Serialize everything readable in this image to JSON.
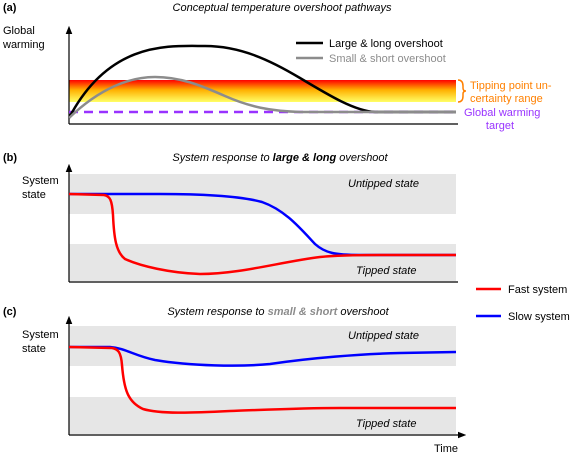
{
  "panel_a": {
    "label": "(a)",
    "title": "Conceptual temperature overshoot pathways",
    "y_axis_label_line1": "Global",
    "y_axis_label_line2": "warming",
    "legend": [
      {
        "label": "Large & long overshoot",
        "color": "#000000"
      },
      {
        "label": "Small & short overshoot",
        "color": "#8c8c8c"
      }
    ],
    "tipping_label_line1": "Tipping point un-",
    "tipping_label_line2": "certainty range",
    "tipping_label_color": "#ff8000",
    "target_label_line1": "Global warming",
    "target_label_line2": "target",
    "target_color": "#9933ff"
  },
  "panel_b": {
    "label": "(b)",
    "title_prefix": "System response to ",
    "title_emphasis": "large & long",
    "title_suffix": " overshoot",
    "emphasis_color": "#000000",
    "y_axis_label_line1": "System",
    "y_axis_label_line2": "state",
    "upper_state": "Untipped state",
    "lower_state": "Tipped state"
  },
  "panel_c": {
    "label": "(c)",
    "title_prefix": "System response to ",
    "title_emphasis": "small & short",
    "title_suffix": " overshoot",
    "emphasis_color": "#8c8c8c",
    "y_axis_label_line1": "System",
    "y_axis_label_line2": "state",
    "upper_state": "Untipped state",
    "lower_state": "Tipped state",
    "x_axis_label": "Time"
  },
  "legend_systems": [
    {
      "label": "Fast system",
      "color": "#ff0000"
    },
    {
      "label": "Slow system",
      "color": "#0000ff"
    }
  ],
  "colors": {
    "state_band": "#e6e6e6",
    "gradient_top": "#ff0000",
    "gradient_mid": "#ffb000",
    "gradient_bottom": "#ffff66"
  }
}
